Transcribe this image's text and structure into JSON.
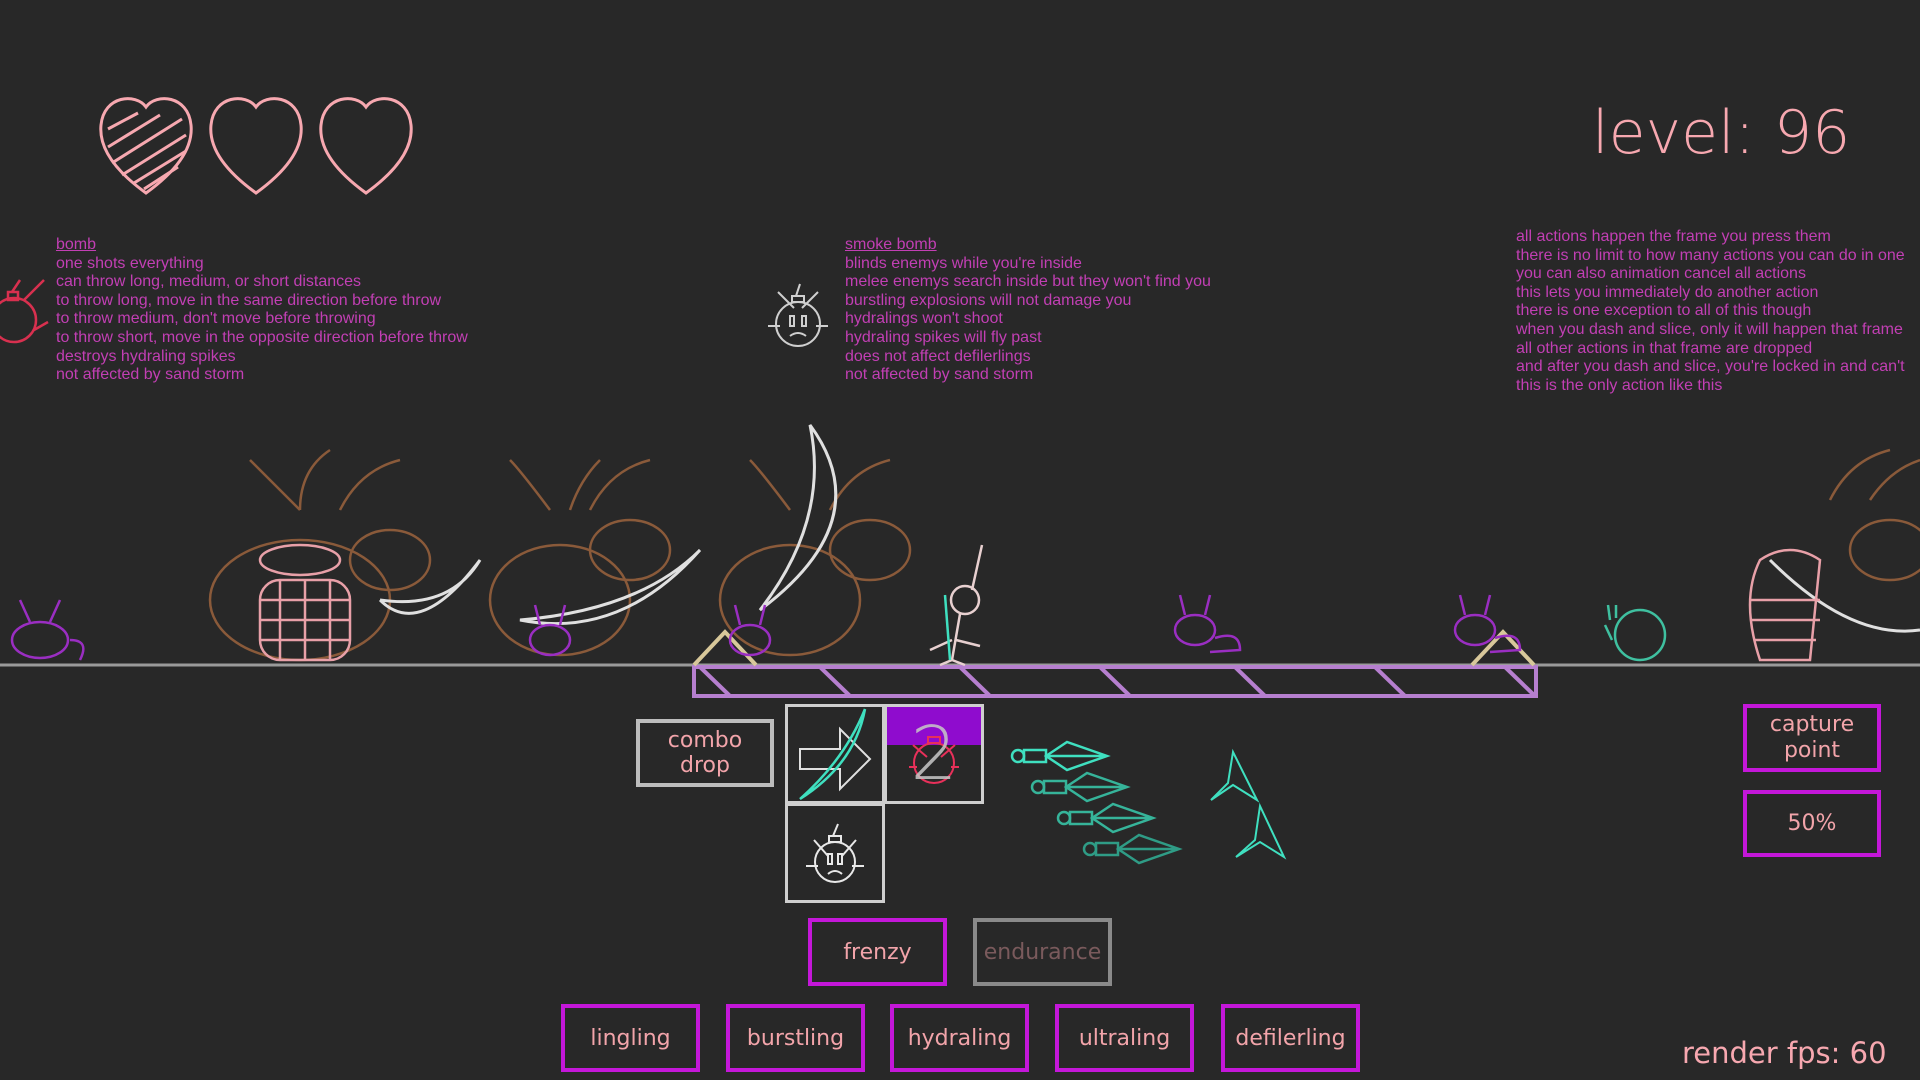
{
  "hud": {
    "hearts": {
      "total": 3,
      "filled": 1,
      "color": "#f7a8b0"
    },
    "level_label": "level: 96",
    "render_fps": "render fps: 60"
  },
  "info_panels": {
    "bomb": {
      "title": "bomb",
      "icon": "bomb-icon",
      "lines": [
        "one shots everything",
        "can throw long, medium, or short distances",
        "to throw long, move in the same direction before throw",
        "to throw medium, don't move before throwing",
        "to throw short, move in the opposite direction before throw",
        "destroys hydraling spikes",
        "not affected by sand storm"
      ]
    },
    "smoke_bomb": {
      "title": "smoke bomb",
      "icon": "smoke-bomb-icon",
      "lines": [
        "blinds enemys while you're inside",
        "melee enemys search inside but they won't find you",
        "burstling explosions will not damage you",
        "hydralings won't shoot",
        "hydraling spikes will fly past",
        "does not affect defilerlings",
        "not affected by sand storm"
      ]
    },
    "actions": {
      "lines": [
        "all actions happen the frame you press them",
        "there is no limit to how many actions you can do in one",
        "you can also animation cancel all actions",
        "this lets you immediately do another action",
        "there is one exception to all of this though",
        "when you dash and slice, only it will happen that frame",
        "all other actions in that frame are dropped",
        "and after you dash and slice, you're locked in and can't",
        "this is the only action like this"
      ]
    }
  },
  "action_bar": {
    "combo_drop": "combo drop",
    "slots": [
      {
        "icon": "dash-slice-icon"
      },
      {
        "icon": "bomb-icon",
        "count": "2",
        "cooldown_fraction": 0.4
      },
      {
        "icon": "smoke-bomb-icon"
      }
    ],
    "kunai_count": 4,
    "caltrop_count": 2
  },
  "capture": {
    "label": "capture point",
    "progress": "50%"
  },
  "modes": [
    {
      "label": "frenzy",
      "active": true
    },
    {
      "label": "endurance",
      "active": false
    }
  ],
  "enemy_types": [
    "lingling",
    "burstling",
    "hydraling",
    "ultraling",
    "defilerling"
  ],
  "colors": {
    "background": "#282828",
    "info_text": "#c23fb4",
    "accent_purple": "#c417d9",
    "cooldown_fill": "#8f0cce",
    "platform": "#b67fcf",
    "weapon_teal": "#3fe0c0",
    "label_pink": "#f2a4aa"
  }
}
